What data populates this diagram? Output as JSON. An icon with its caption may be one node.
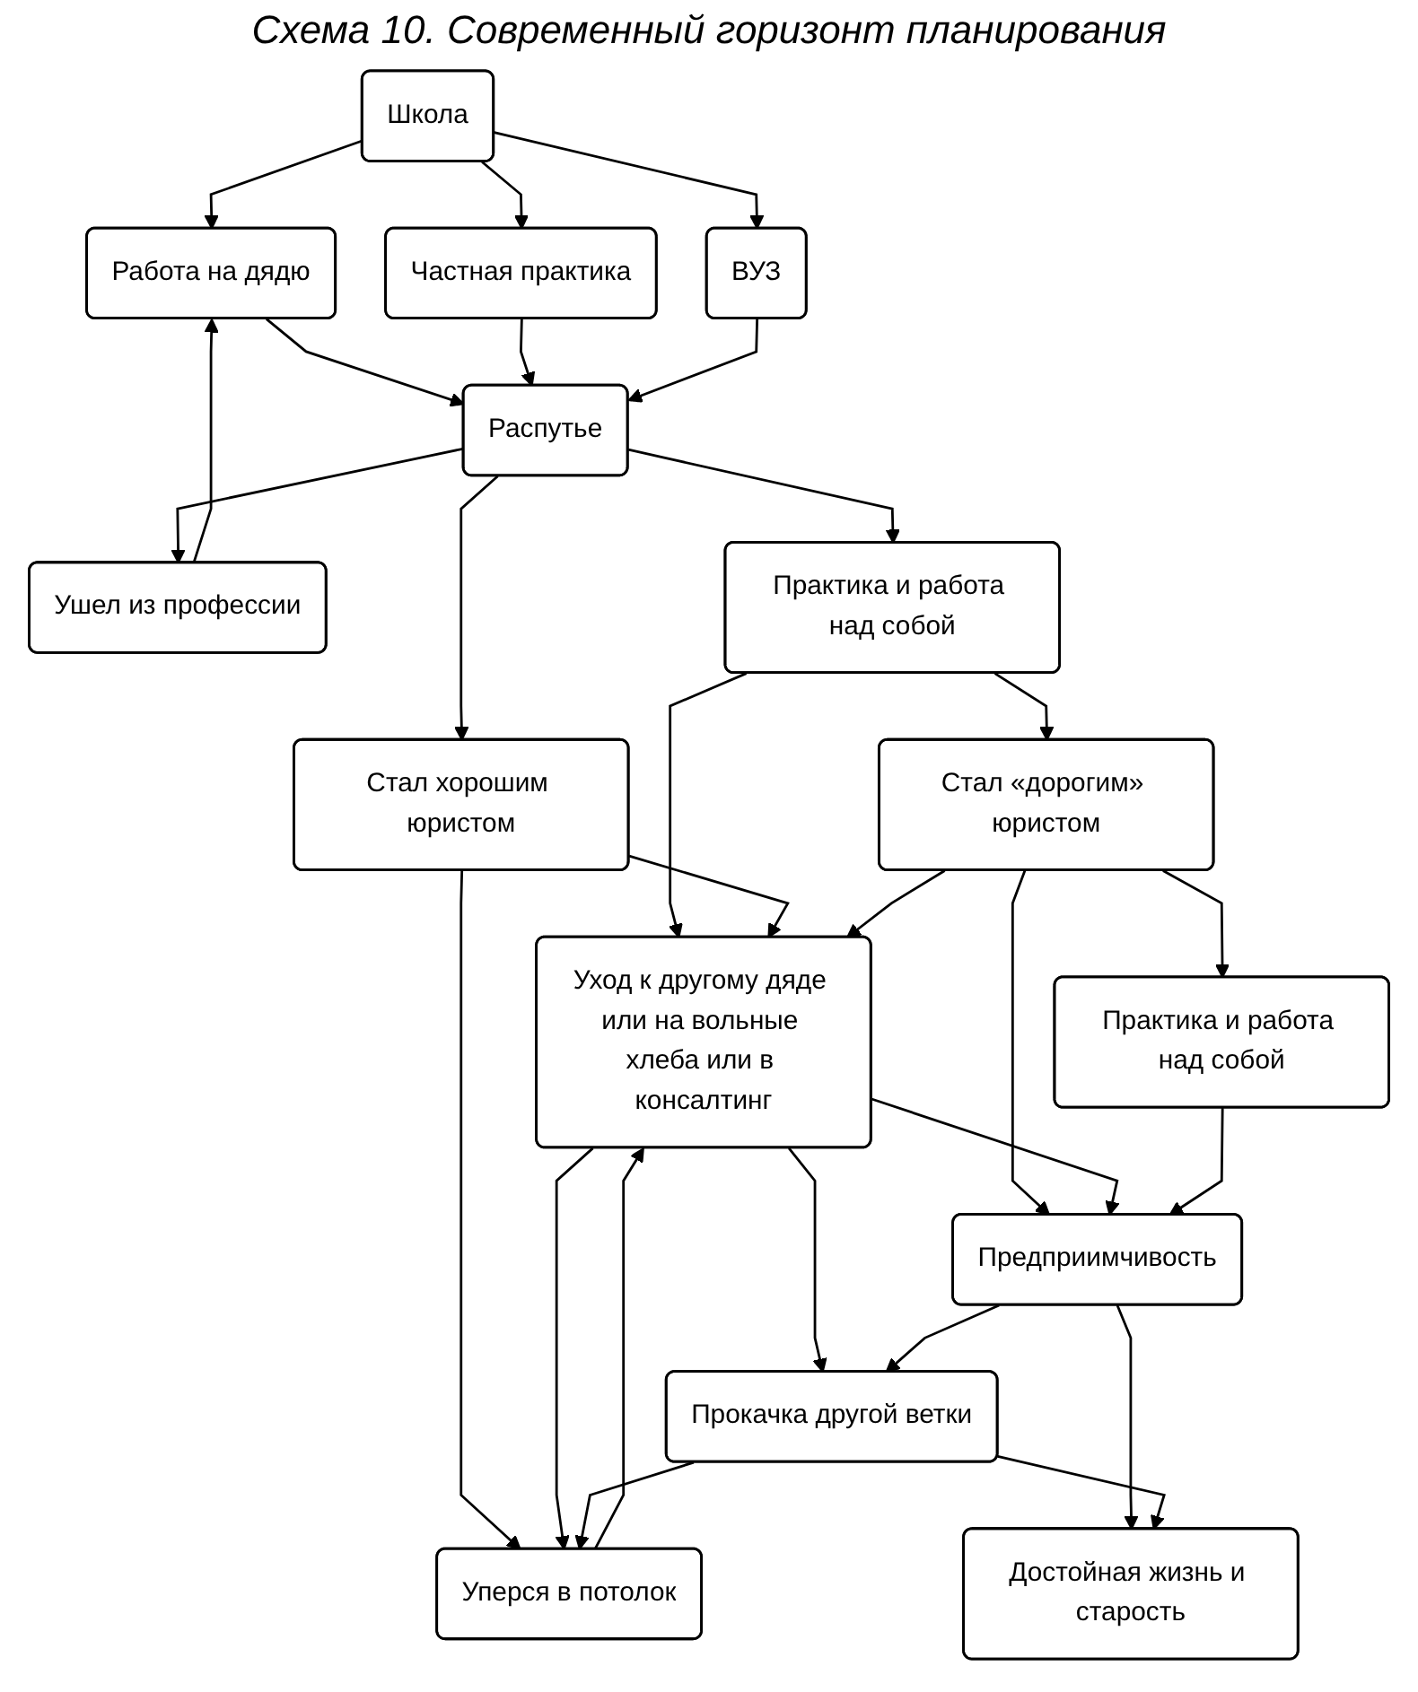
{
  "diagram": {
    "title": "Схема 10. Современный горизонт планирования",
    "nodes": [
      {
        "text": [
          "Школа"
        ]
      },
      {
        "text": [
          "Работа на дядю"
        ]
      },
      {
        "text": [
          "Частная практика"
        ]
      },
      {
        "text": [
          "ВУЗ"
        ]
      },
      {
        "text": [
          "Ушел из профессии"
        ]
      },
      {
        "text": [
          "Распутье"
        ]
      },
      {
        "text": [
          "Практика и работа над собой"
        ]
      },
      {
        "text": [
          "Стал хорошим юристом"
        ]
      },
      {
        "text": [
          "Стал «дорогим» юристом"
        ]
      },
      {
        "text": [
          "Уход к другому дяде или на вольные хлеба или в консалтинг"
        ]
      },
      {
        "text": [
          "Уперся в потолок"
        ]
      },
      {
        "text": [
          "Практика и работа над собой"
        ]
      },
      {
        "text": [
          "Предприимчивость"
        ]
      },
      {
        "text": [
          "Прокачка другой ветки"
        ]
      },
      {
        "text": [
          "Достойная жизнь и старость"
        ]
      }
    ],
    "edges": [
      {
        "from": 0,
        "to": 1,
        "arrow": "to"
      },
      {
        "from": 0,
        "to": 2,
        "arrow": "to"
      },
      {
        "from": 0,
        "to": 3,
        "arrow": "to"
      },
      {
        "from": 4,
        "to": 1,
        "arrow": "to"
      },
      {
        "from": 1,
        "to": 5,
        "arrow": "to"
      },
      {
        "from": 2,
        "to": 5,
        "arrow": "to"
      },
      {
        "from": 3,
        "to": 5,
        "arrow": "to"
      },
      {
        "from": 5,
        "to": 4,
        "arrow": "to"
      },
      {
        "from": 5,
        "to": 6,
        "arrow": "to"
      },
      {
        "from": 5,
        "to": 7,
        "arrow": "to"
      },
      {
        "from": 6,
        "to": 8,
        "arrow": "to"
      },
      {
        "from": 6,
        "to": 9,
        "arrow": "to"
      },
      {
        "from": 7,
        "to": 9,
        "arrow": "to"
      },
      {
        "from": 7,
        "to": 10,
        "arrow": "to"
      },
      {
        "from": 8,
        "to": 9,
        "arrow": "to"
      },
      {
        "from": 10,
        "to": 9,
        "arrow": "to"
      },
      {
        "from": 9,
        "to": 10,
        "arrow": "to"
      },
      {
        "from": 8,
        "to": 11,
        "arrow": "to"
      },
      {
        "from": 8,
        "to": 12,
        "arrow": "to"
      },
      {
        "from": 9,
        "to": 12,
        "arrow": "to"
      },
      {
        "from": 9,
        "to": 13,
        "arrow": "to"
      },
      {
        "from": 11,
        "to": 12,
        "arrow": "to"
      },
      {
        "from": 12,
        "to": 13,
        "arrow": "to"
      },
      {
        "from": 13,
        "to": 10,
        "arrow": "to"
      },
      {
        "from": 12,
        "to": 14,
        "arrow": "to"
      },
      {
        "from": 13,
        "to": 14,
        "arrow": "to"
      }
    ]
  }
}
